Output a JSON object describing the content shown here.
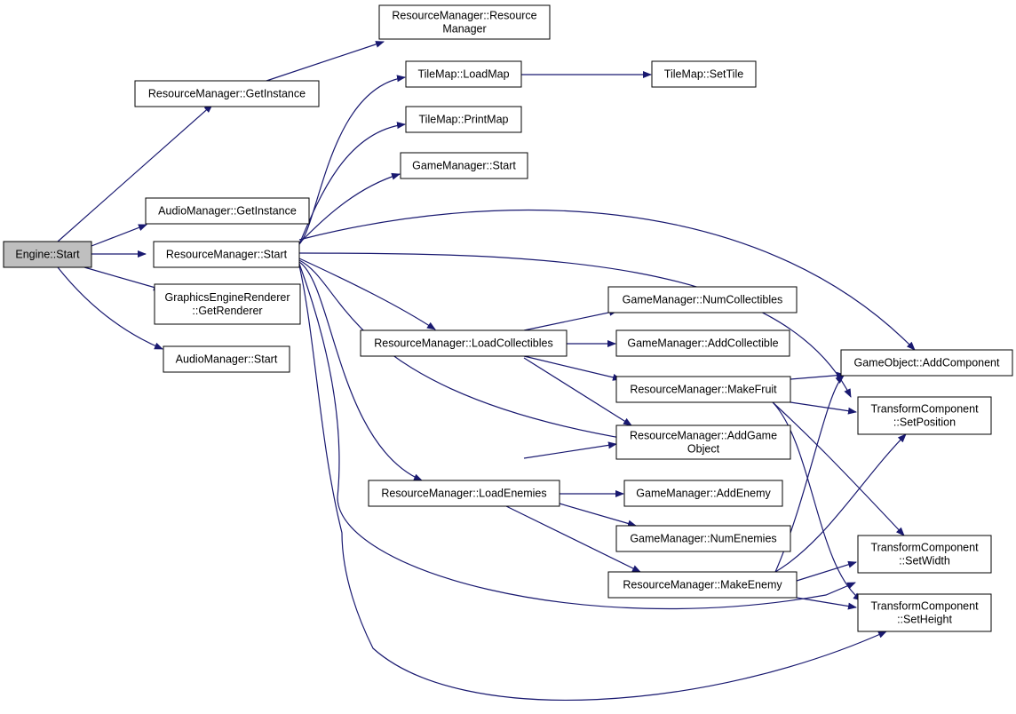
{
  "colors": {
    "edge": "#191970",
    "node_fill": "#ffffff",
    "root_fill": "#bfbfbf",
    "border": "#000000"
  },
  "nodes": [
    {
      "id": "engine_start",
      "lines": [
        "Engine::Start"
      ]
    },
    {
      "id": "rm_ctor",
      "lines": [
        "ResourceManager::Resource",
        "Manager"
      ]
    },
    {
      "id": "rm_getinstance",
      "lines": [
        "ResourceManager::GetInstance"
      ]
    },
    {
      "id": "am_getinstance",
      "lines": [
        "AudioManager::GetInstance"
      ]
    },
    {
      "id": "rm_start",
      "lines": [
        "ResourceManager::Start"
      ]
    },
    {
      "id": "ger_getrenderer",
      "lines": [
        "GraphicsEngineRenderer",
        "::GetRenderer"
      ]
    },
    {
      "id": "am_start",
      "lines": [
        "AudioManager::Start"
      ]
    },
    {
      "id": "tm_loadmap",
      "lines": [
        "TileMap::LoadMap"
      ]
    },
    {
      "id": "tm_settile",
      "lines": [
        "TileMap::SetTile"
      ]
    },
    {
      "id": "tm_printmap",
      "lines": [
        "TileMap::PrintMap"
      ]
    },
    {
      "id": "gm_start",
      "lines": [
        "GameManager::Start"
      ]
    },
    {
      "id": "gm_numcollectibles",
      "lines": [
        "GameManager::NumCollectibles"
      ]
    },
    {
      "id": "rm_loadcollectibles",
      "lines": [
        "ResourceManager::LoadCollectibles"
      ]
    },
    {
      "id": "gm_addcollectible",
      "lines": [
        "GameManager::AddCollectible"
      ]
    },
    {
      "id": "go_addcomponent",
      "lines": [
        "GameObject::AddComponent"
      ]
    },
    {
      "id": "rm_makefruit",
      "lines": [
        "ResourceManager::MakeFruit"
      ]
    },
    {
      "id": "tc_setposition",
      "lines": [
        "TransformComponent",
        "::SetPosition"
      ]
    },
    {
      "id": "rm_addgameobject",
      "lines": [
        "ResourceManager::AddGame",
        "Object"
      ]
    },
    {
      "id": "rm_loadenemies",
      "lines": [
        "ResourceManager::LoadEnemies"
      ]
    },
    {
      "id": "gm_addenemy",
      "lines": [
        "GameManager::AddEnemy"
      ]
    },
    {
      "id": "gm_numenemies",
      "lines": [
        "GameManager::NumEnemies"
      ]
    },
    {
      "id": "tc_setwidth",
      "lines": [
        "TransformComponent",
        "::SetWidth"
      ]
    },
    {
      "id": "rm_makeenemy",
      "lines": [
        "ResourceManager::MakeEnemy"
      ]
    },
    {
      "id": "tc_setheight",
      "lines": [
        "TransformComponent",
        "::SetHeight"
      ]
    }
  ]
}
